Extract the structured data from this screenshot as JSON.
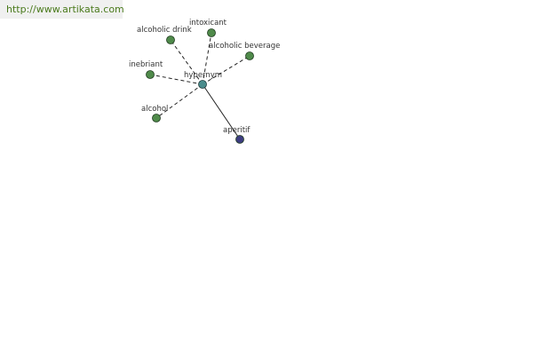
{
  "header": {
    "url": "http://www.artikata.com"
  },
  "colors": {
    "url_text": "#4a7a1c",
    "url_bg": "#f0f0f0",
    "node_green": "#4f8a4a",
    "node_hub": "#4a8c8c",
    "node_blue": "#3d3d80",
    "edge": "#222222"
  },
  "graph": {
    "hub": {
      "label": "hypernym"
    },
    "nodes": [
      {
        "id": "alcoholic-drink",
        "label": "alcoholic drink",
        "relation": "dashed"
      },
      {
        "id": "intoxicant",
        "label": "intoxicant",
        "relation": "dashed"
      },
      {
        "id": "alcoholic-beverage",
        "label": "alcoholic beverage",
        "relation": "dashed"
      },
      {
        "id": "inebriant",
        "label": "inebriant",
        "relation": "dashed"
      },
      {
        "id": "alcohol",
        "label": "alcohol",
        "relation": "dashed"
      },
      {
        "id": "aperitif",
        "label": "aperitif",
        "relation": "solid"
      }
    ]
  }
}
